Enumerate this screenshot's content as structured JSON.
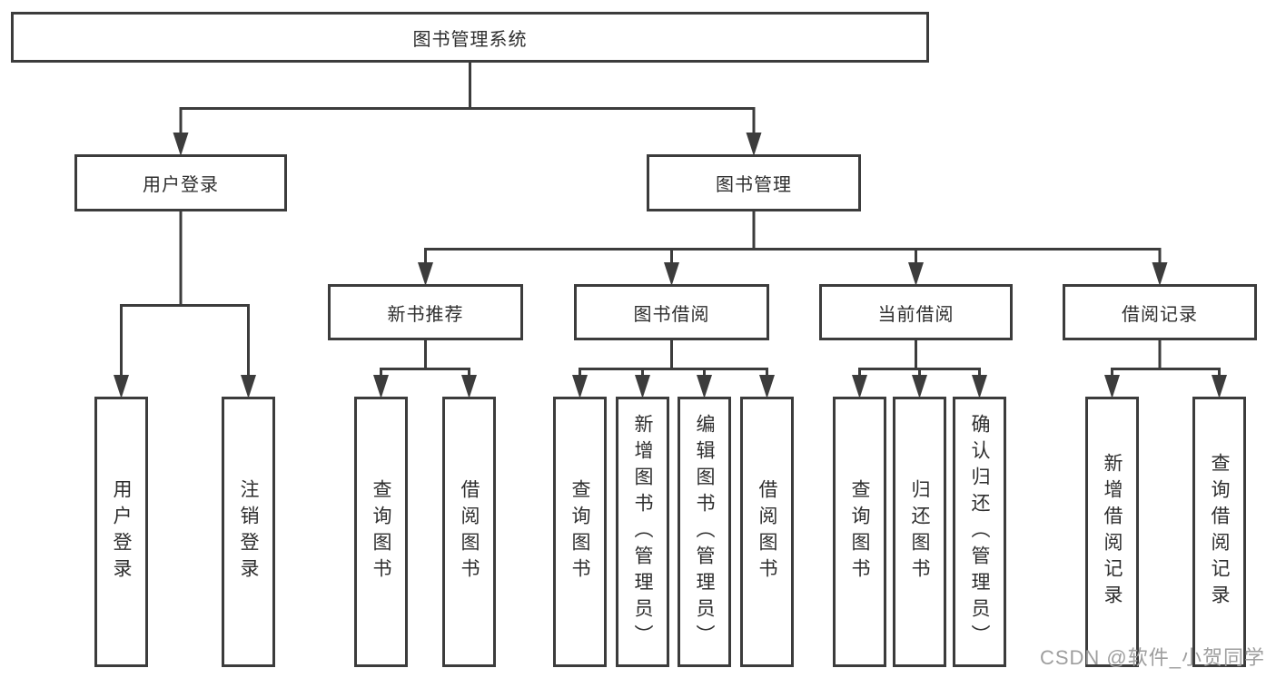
{
  "diagram": {
    "root": "图书管理系统",
    "branches": [
      {
        "label": "用户登录",
        "children": [
          "用户登录",
          "注销登录"
        ]
      },
      {
        "label": "图书管理",
        "sections": [
          {
            "label": "新书推荐",
            "children": [
              "查询图书",
              "借阅图书"
            ]
          },
          {
            "label": "图书借阅",
            "children": [
              "查询图书",
              "新增图书（管理员）",
              "编辑图书（管理员）",
              "借阅图书"
            ]
          },
          {
            "label": "当前借阅",
            "children": [
              "查询图书",
              "归还图书",
              "确认归还（管理员）"
            ]
          },
          {
            "label": "借阅记录",
            "children": [
              "新增借阅记录",
              "查询借阅记录"
            ]
          }
        ]
      }
    ]
  },
  "watermark": "CSDN @软件_小贺同学",
  "colors": {
    "line": "#3c3c3c",
    "text": "#2e2e2e",
    "box_background": "#ffffff",
    "watermark": "#9e9e9e",
    "background": "#ffffff"
  }
}
